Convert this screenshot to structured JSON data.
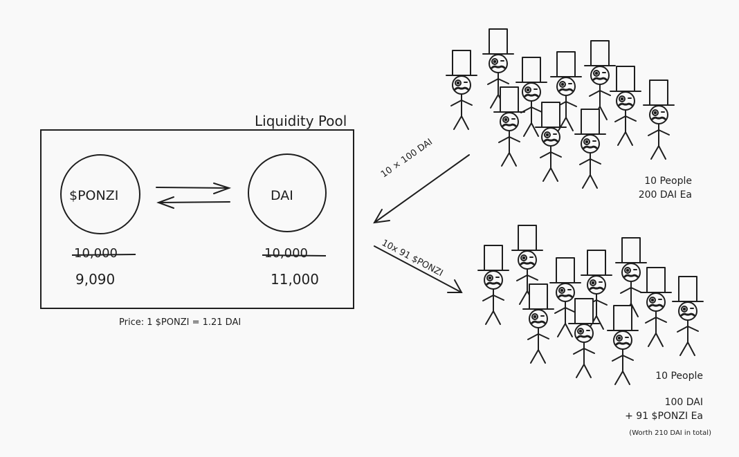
{
  "pool": {
    "title": "Liquidity Pool",
    "token_left": "$PONZI",
    "token_right": "DAI",
    "old_left": "10,000",
    "old_right": "10,000",
    "new_left": "9,090",
    "new_right": "11,000",
    "price": "Price: 1 $PONZI = 1.21 DAI"
  },
  "arrows": {
    "incoming": "10 × 100 DAI",
    "outgoing": "10x 91 $PONZI"
  },
  "group_top": {
    "count": "10 People",
    "holding": "200 DAI Ea"
  },
  "group_bottom": {
    "count": "10 People",
    "holding_line1": "100 DAI",
    "holding_line2": "+ 91 $PONZI Ea",
    "note": "(Worth 210 DAI in total)"
  },
  "icons": {
    "person": "top-hat-monocle-stick-figure-icon"
  }
}
